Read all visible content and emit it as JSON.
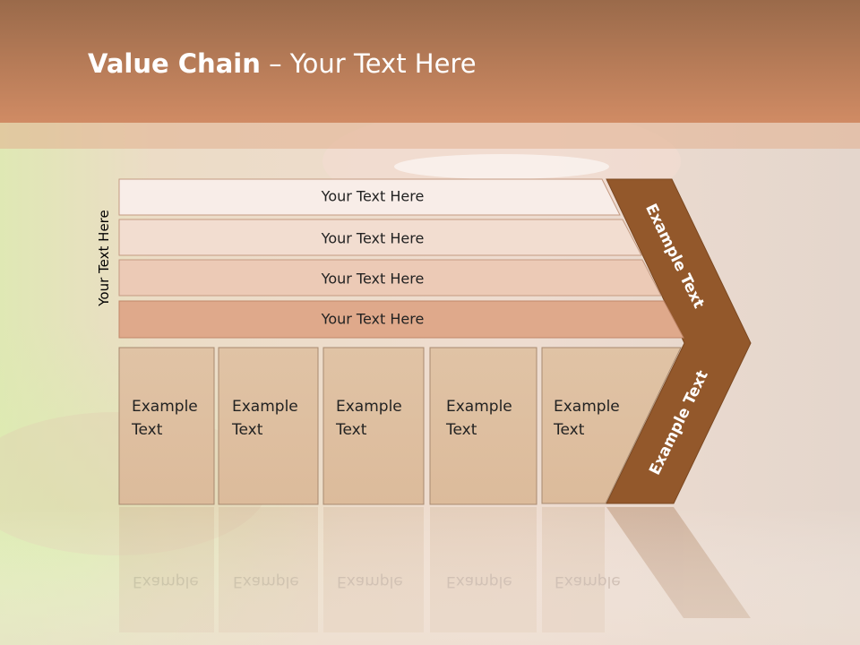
{
  "title": {
    "bold": "Value Chain",
    "rest": " – Your Text Here"
  },
  "side_label": "Your Text Here",
  "bars": [
    "Your Text Here",
    "Your Text Here",
    "Your Text Here",
    "Your Text Here"
  ],
  "columns": [
    {
      "line1": "Example",
      "line2": "Text"
    },
    {
      "line1": "Example",
      "line2": "Text"
    },
    {
      "line1": "Example",
      "line2": "Text"
    },
    {
      "line1": "Example",
      "line2": "Text"
    },
    {
      "line1": "Example",
      "line2": "Text"
    }
  ],
  "chevron": {
    "upper": "Example Text",
    "lower": "Example Text"
  },
  "colors": {
    "header_top": "#9a6a4a",
    "header_bottom": "#d08b64",
    "chevron": "#93582b",
    "bar_1": "#f8ede8",
    "bar_2": "#f2ddd0",
    "bar_3": "#eccab6",
    "bar_4": "#dfa98b",
    "column_fill": "#dfc0a0"
  }
}
